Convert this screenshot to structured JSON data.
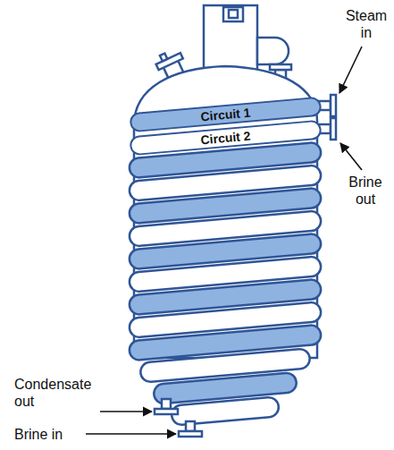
{
  "diagram": {
    "nodes": [
      {
        "text": [
          "Circuit 1"
        ]
      },
      {
        "text": [
          "Circuit 2"
        ]
      }
    ],
    "labels": [
      "Steam in",
      "Brine out",
      "Condensate out",
      "Brine in"
    ]
  }
}
